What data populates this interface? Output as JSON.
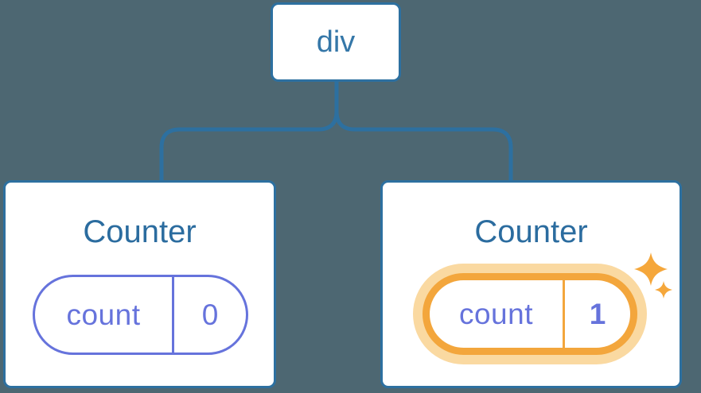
{
  "diagram": {
    "description": "Component tree: a div root with two Counter children, each holding a count state pill; the second Counter's state was just updated",
    "root": {
      "label": "div"
    },
    "children": [
      {
        "title": "Counter",
        "state": {
          "key": "count",
          "value": "0"
        },
        "highlighted": false
      },
      {
        "title": "Counter",
        "state": {
          "key": "count",
          "value": "1"
        },
        "highlighted": true,
        "icon": "sparkle-icon"
      }
    ]
  },
  "colors": {
    "background": "#4D6772",
    "node_border": "#2D70A0",
    "connector_line": "#2D70A0",
    "root_label_text": "#3577A8",
    "card_title_text": "#2B6C9F",
    "state_purple": "#6673DC",
    "highlight_orange": "#F3A63C",
    "highlight_halo": "#FAD9A1",
    "sparkle_orange": "#F5A73B",
    "card_background": "#FFFFFF"
  }
}
